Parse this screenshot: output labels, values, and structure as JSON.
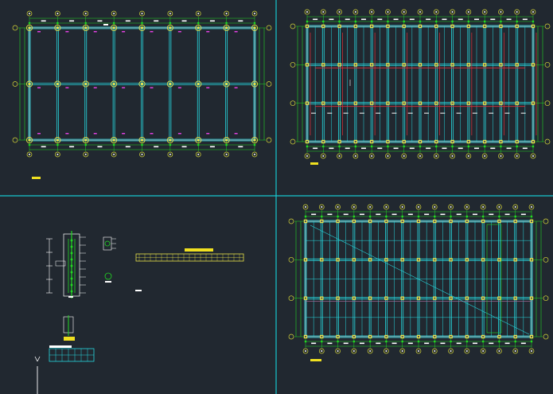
{
  "drawing": {
    "background": "#212830",
    "divider_color": "#17c7d0",
    "colors": {
      "grid_cyan": "#27d9e0",
      "dim_green": "#22d822",
      "beam_red": "#e0303a",
      "bubble_yellow": "#d8d838",
      "column_yellow": "#e8e24a",
      "label_magenta": "#e040e0",
      "white": "#ffffff",
      "panel_yellow": "#f0e020"
    }
  },
  "panels": [
    {
      "id": "top-left",
      "title": "",
      "columns": 9,
      "rows": 3
    },
    {
      "id": "top-right",
      "title": "",
      "columns": 15,
      "rows": 4
    },
    {
      "id": "bottom-left",
      "title": ""
    },
    {
      "id": "bottom-right",
      "title": "",
      "columns": 15,
      "rows": 4
    }
  ]
}
